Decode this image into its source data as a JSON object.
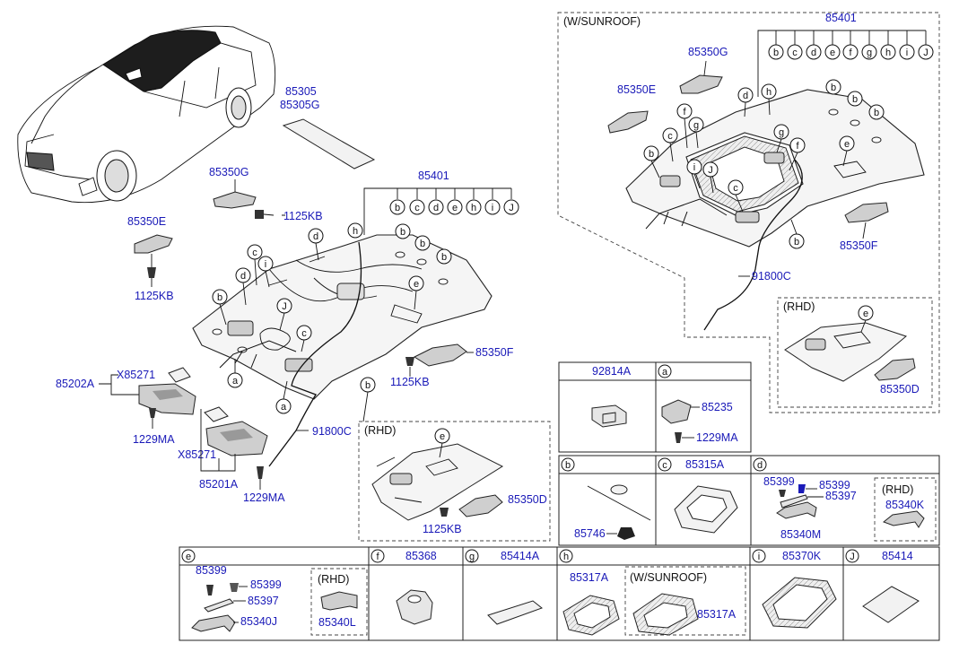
{
  "diagram": {
    "boxes": {
      "sunroof_title": "(W/SUNROOF)",
      "rhd_title": "(RHD)",
      "h_sunroof_title": "(W/SUNROOF)"
    },
    "parts": {
      "p85305": "85305",
      "p85305G": "85305G",
      "p85350G": "85350G",
      "p1125KB": "1125KB",
      "p85350E": "85350E",
      "p85401": "85401",
      "p85350F": "85350F",
      "p85202A": "85202A",
      "pX85271": "X85271",
      "p1229MA": "1229MA",
      "p85201A": "85201A",
      "p91800C": "91800C",
      "p85350D": "85350D",
      "p92814A": "92814A",
      "p85235": "85235",
      "p85746": "85746",
      "p85315A": "85315A",
      "p85399": "85399",
      "p85397": "85397",
      "p85340M": "85340M",
      "p85340K": "85340K",
      "p85340J": "85340J",
      "p85340L": "85340L",
      "p85368": "85368",
      "p85414A": "85414A",
      "p85317A": "85317A",
      "p85370K": "85370K",
      "p85414": "85414"
    },
    "letters": {
      "a": "a",
      "b": "b",
      "c": "c",
      "d": "d",
      "e": "e",
      "f": "f",
      "g": "g",
      "h": "h",
      "i": "i",
      "J": "J"
    }
  }
}
